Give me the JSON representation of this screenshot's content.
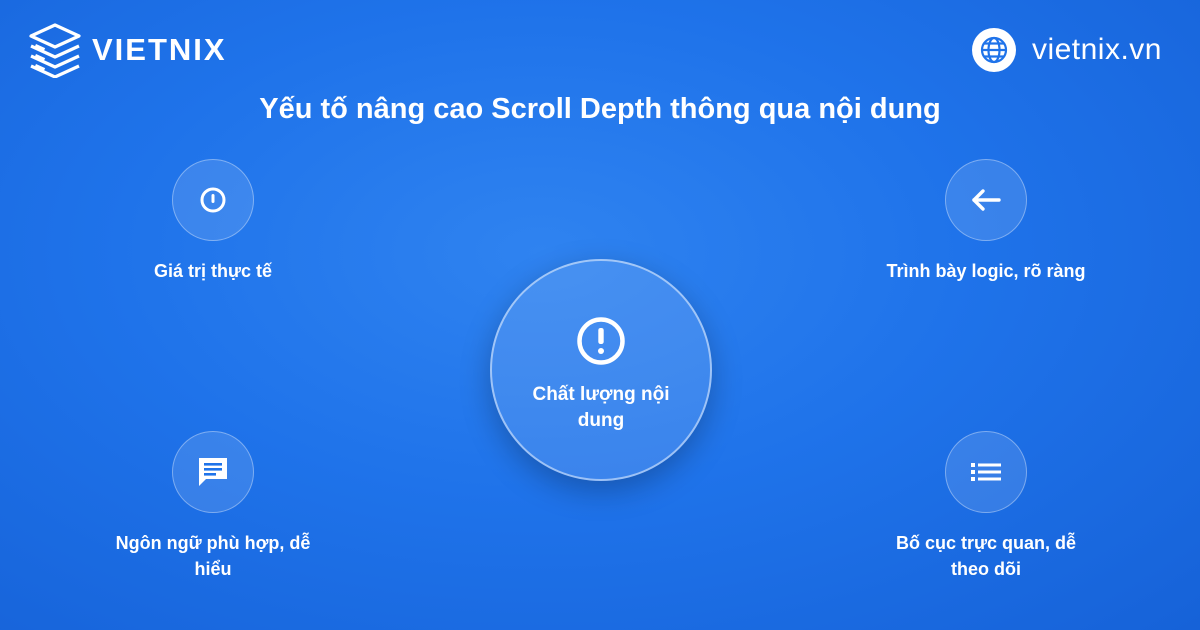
{
  "brand": {
    "name": "VIETNIX",
    "site": "vietnix.vn",
    "icon": "server-stack-icon",
    "site_icon": "globe-icon"
  },
  "title": "Yếu tố nâng cao Scroll Depth thông qua nội dung",
  "center": {
    "label": "Chất lượng nội dung",
    "icon": "exclamation-circle-icon"
  },
  "nodes": [
    {
      "label": "Giá trị thực tế",
      "icon": "target-icon"
    },
    {
      "label": "Trình bày logic, rõ ràng",
      "icon": "arrow-left-icon"
    },
    {
      "label": "Ngôn ngữ phù hợp, dễ hiểu",
      "icon": "message-icon"
    },
    {
      "label": "Bố cục trực quan, dễ theo dõi",
      "icon": "list-icon"
    }
  ],
  "colors": {
    "background": "#1f73ea",
    "text": "#ffffff"
  }
}
